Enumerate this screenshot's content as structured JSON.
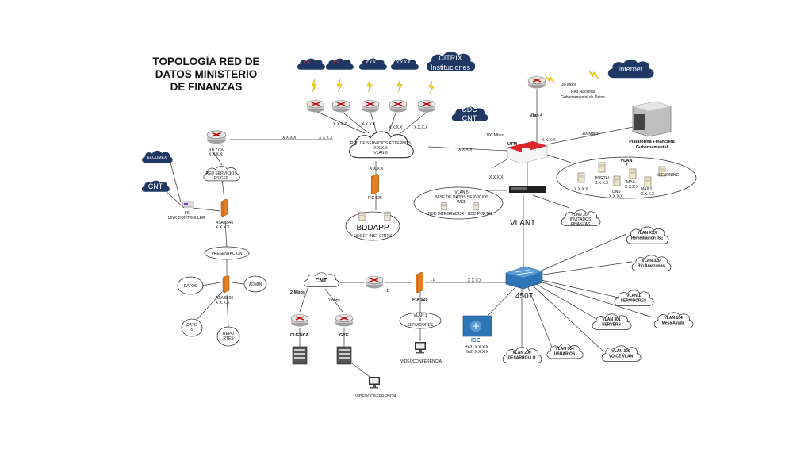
{
  "title": "TOPOLOGÍA RED DE\nDATOS MINISTERIO\nDE FINANZAS",
  "clouds": {
    "citrix": "CITRIX\nInstituciones",
    "cdc": "CDC\nCNT",
    "internet": "Internet",
    "elcomer": "ELCOMEX",
    "cnt_left": "CNT",
    "cnt_mid": "CNT",
    "red_servicios_externos": "RED DE SERVICIOS EXTERNOS\nX.X.X.X\nVLAN 6",
    "red_servicios_esigef": "RED SERVICIOS\nESIGEF"
  },
  "wan": {
    "rate_30": "30 Mbps",
    "red_nacional": "Red Nacional\nGubernamental de Datos",
    "vlan4": "Vlan 4",
    "mbps100_utm": "100 Mbps",
    "mbps100_plat": "100Mbps"
  },
  "labels": {
    "xxxx": "X.X.X.X",
    "dots": "X X X X",
    "utm": "UTM",
    "pix_top": "PIX 525",
    "bddapp": "BDDAPP",
    "esigef_citrix": "ESIGEF INST CITRIX",
    "plataforma": "Plataforma Financiera\nGubernamental",
    "vlan5": "VLAN 5\nBASE DE DATOS SERVICIOS\nWEB",
    "bdd_integrador": "BDD INTEGRADOR",
    "bdd_portal": "BDD PORTAL",
    "vlan7": "VLAN\n7",
    "portal": "PORTAL\nX.X.X.X",
    "dns": "DNS\nX.X.X.X",
    "mail": "MAIL\nX.X.X.X",
    "mail2": "MAIL2\nX.X.X.X",
    "elearning": "eLEARNING",
    "vlan1": "VLAN1",
    "vlan307": "VLAN 307\nINVITADOS\nFINANZAS",
    "rtr_left": "RR 7750\nX.X.X.X",
    "f5": "F5\nLINK CONTROLLER",
    "asa_top": "ASA 5540\nX.X.X.X",
    "presentacion": "PRESENTACION",
    "datos": "DATOS",
    "admin": "ADMIN",
    "asa_low": "ASA 5500\nX.X.X.X",
    "datos2": "DATO\nS",
    "reportes": "REPO\nRTES",
    "mbps2": "2 Mbps",
    "mbps2b": "2mbps",
    "cuenca": "CUENCA",
    "gye": "GYE",
    "videoconf": "VIDEOCONFERENCIA",
    "pix_low": "PIX 525",
    "ip1": ".1",
    "ip1b": ".1",
    "vlan1_srv": "VLAN 1\nX\nSERVIDORES",
    "videoconf2": "VIDEOCONFERENCIA",
    "core": "4507",
    "ise": "ISE",
    "ha": "HA1: X.X.X.X\nHA2: X.X.X.X"
  },
  "vlans_right": [
    "VLAN XXX\nRemediación ISE",
    "VLAN 320\nRio Amazonas",
    "VLAN 1\nSERVIDORES",
    "VLAN 104\nMesa Ayuda",
    "VLAN 301\nSERVERS",
    "VLAN 300\nVOICE VLAN",
    "VLAN 304\nUSUARIOS",
    "VLAN 200\nDESARROLLO"
  ],
  "colors": {
    "cloud_dark": "#1f3864",
    "router": "#d9d9d9",
    "router_x": "#c00000",
    "firewall": "#e67e22",
    "switch_blue": "#2e75b6",
    "utm_red": "#e0242d",
    "lightning": "#ffd400",
    "line": "#333333"
  }
}
